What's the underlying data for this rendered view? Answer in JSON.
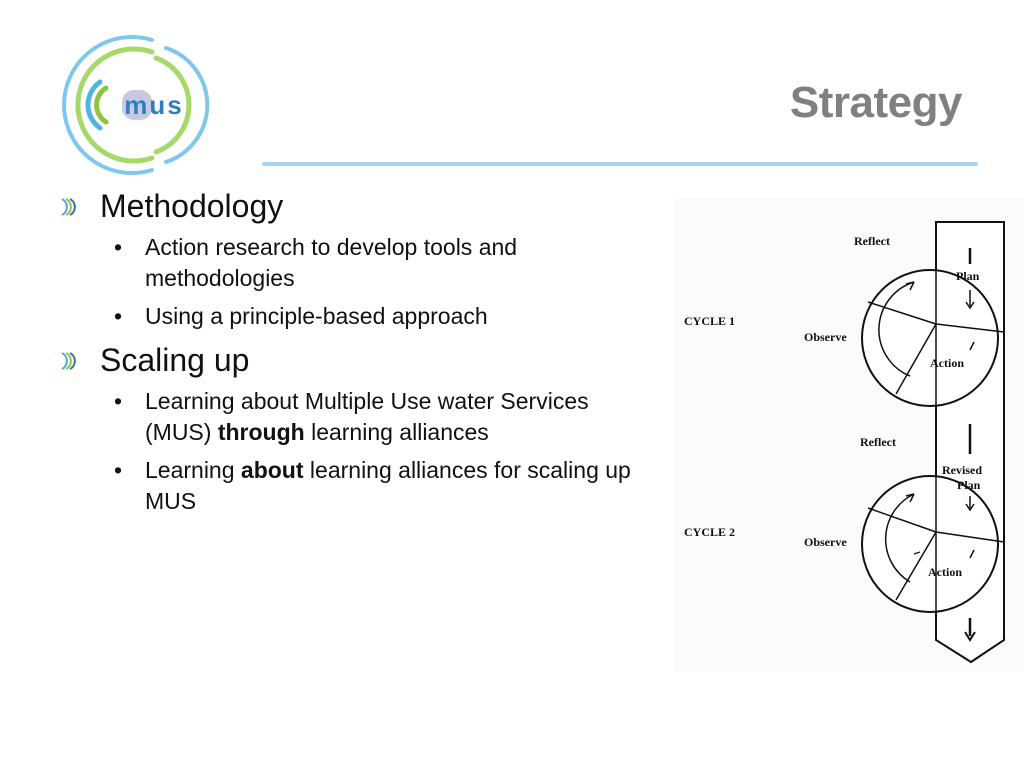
{
  "logo": {
    "text": "mus"
  },
  "slide": {
    "title": "Strategy"
  },
  "sections": [
    {
      "heading": "Methodology",
      "items": [
        {
          "parts": [
            {
              "text": "Action research to develop tools and methodologies",
              "bold": false
            }
          ]
        },
        {
          "parts": [
            {
              "text": "Using a principle-based approach",
              "bold": false
            }
          ]
        }
      ]
    },
    {
      "heading": "Scaling up",
      "items": [
        {
          "parts": [
            {
              "text": "Learning about Multiple Use water Services (MUS) ",
              "bold": false
            },
            {
              "text": "through",
              "bold": true
            },
            {
              "text": " learning alliances",
              "bold": false
            }
          ]
        },
        {
          "parts": [
            {
              "text": "Learning ",
              "bold": false
            },
            {
              "text": "about",
              "bold": true
            },
            {
              "text": " learning alliances for scaling up MUS",
              "bold": false
            }
          ]
        }
      ]
    }
  ],
  "diagram": {
    "cycle1": {
      "label": "CYCLE 1",
      "reflect": "Reflect",
      "plan": "Plan",
      "observe": "Observe",
      "action": "Action"
    },
    "cycle2": {
      "label": "CYCLE 2",
      "reflect": "Reflect",
      "plan_line1": "Revised",
      "plan_line2": "Plan",
      "observe": "Observe",
      "action": "Action"
    }
  },
  "colors": {
    "title": "#808080",
    "rule": "#a6d3f2",
    "logo_blue": "#4fb3e3",
    "logo_green": "#8cc63f"
  }
}
